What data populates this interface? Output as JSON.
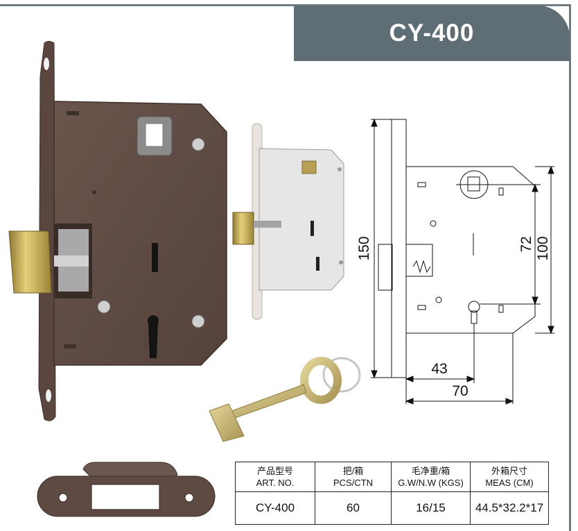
{
  "title": "CY-400",
  "dimensions": {
    "d150": "150",
    "d72": "72",
    "d100": "100",
    "d43": "43",
    "d70": "70"
  },
  "table": {
    "headers": [
      {
        "zh": "产品型号",
        "en": "ART. NO."
      },
      {
        "zh": "把/箱",
        "en": "PCS/CTN"
      },
      {
        "zh": "毛净重/箱",
        "en": "G.W/N.W (KGS)"
      },
      {
        "zh": "外箱尺寸",
        "en": "MEAS (CM)"
      }
    ],
    "row": [
      "CY-400",
      "60",
      "16/15",
      "44.5*32.2*17"
    ]
  },
  "colors": {
    "brand": "#5f6d74",
    "lock_body": "#5e4a43",
    "brass": "#c9a84a"
  },
  "icons": [
    "mortise-lock-body-photo",
    "mortise-lock-side-photo",
    "key-photo",
    "strike-plate-photo",
    "technical-drawing"
  ]
}
